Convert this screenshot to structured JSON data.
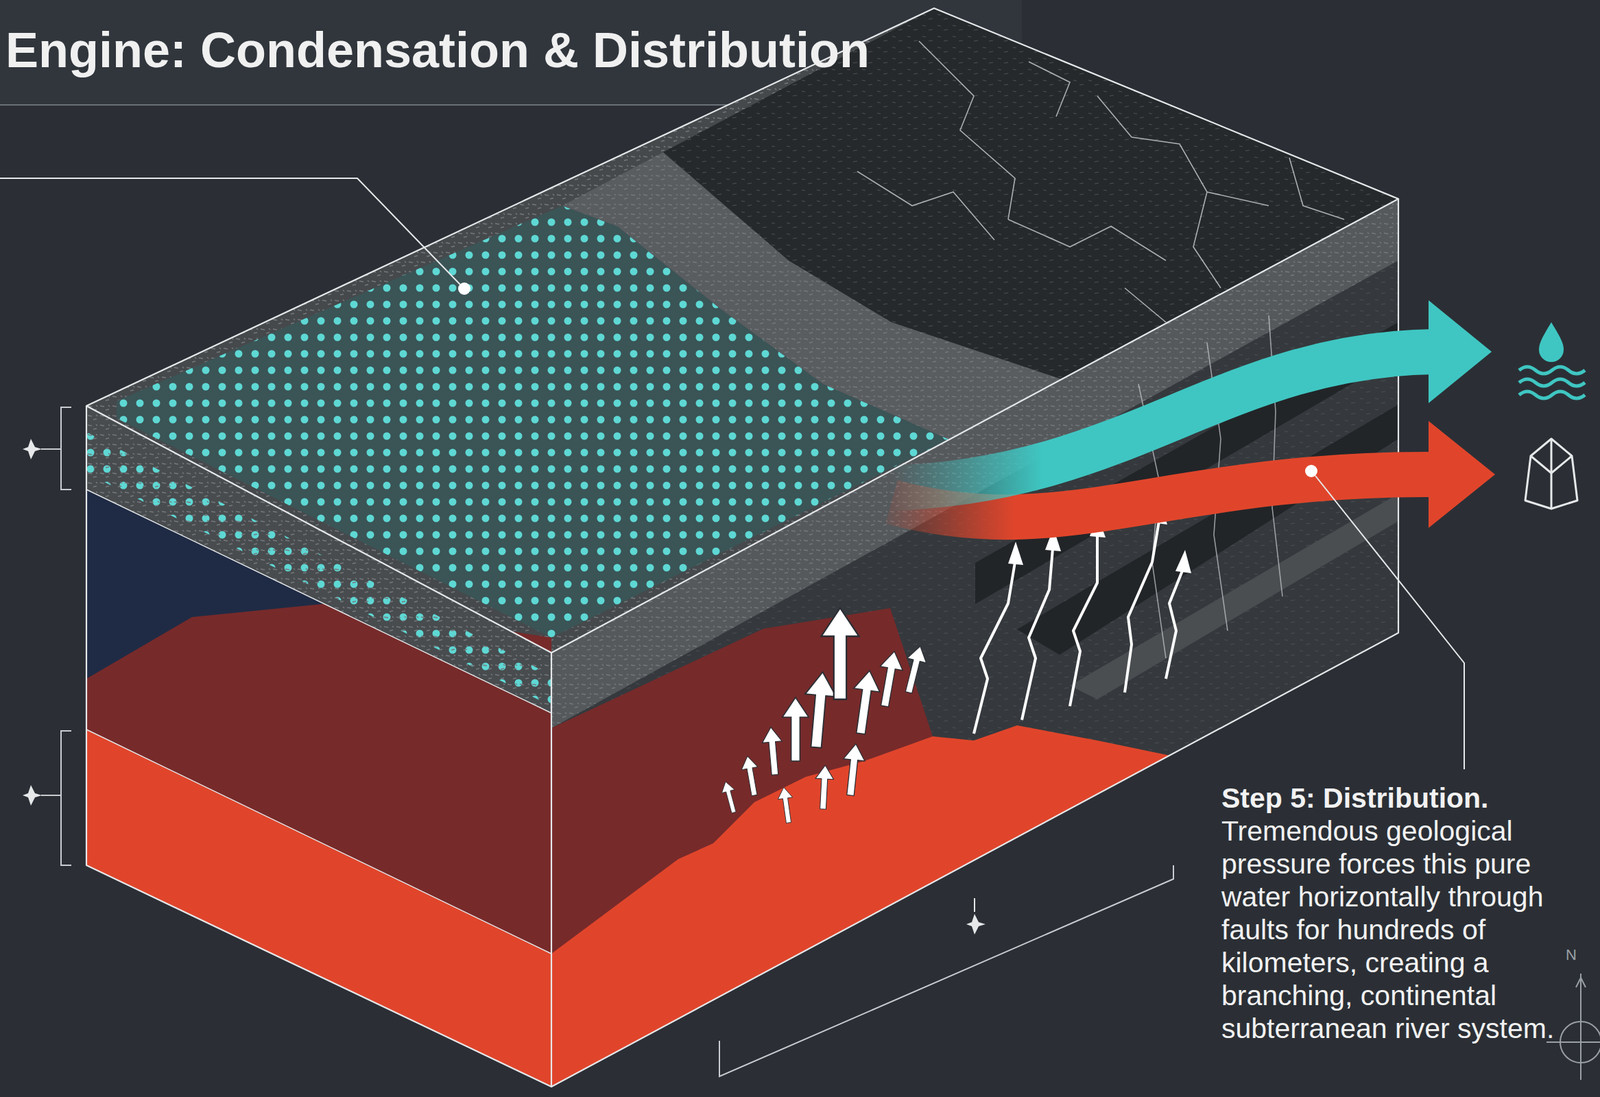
{
  "diagram": {
    "title": "Engine: Condensation & Distribution",
    "labels": [
      "Step 5: Distribution.",
      "Tremendous geological pressure forces this pure water horizontally through faults for hundreds of kilometers, creating a branching, continental subterranean river system.",
      "N"
    ]
  }
}
